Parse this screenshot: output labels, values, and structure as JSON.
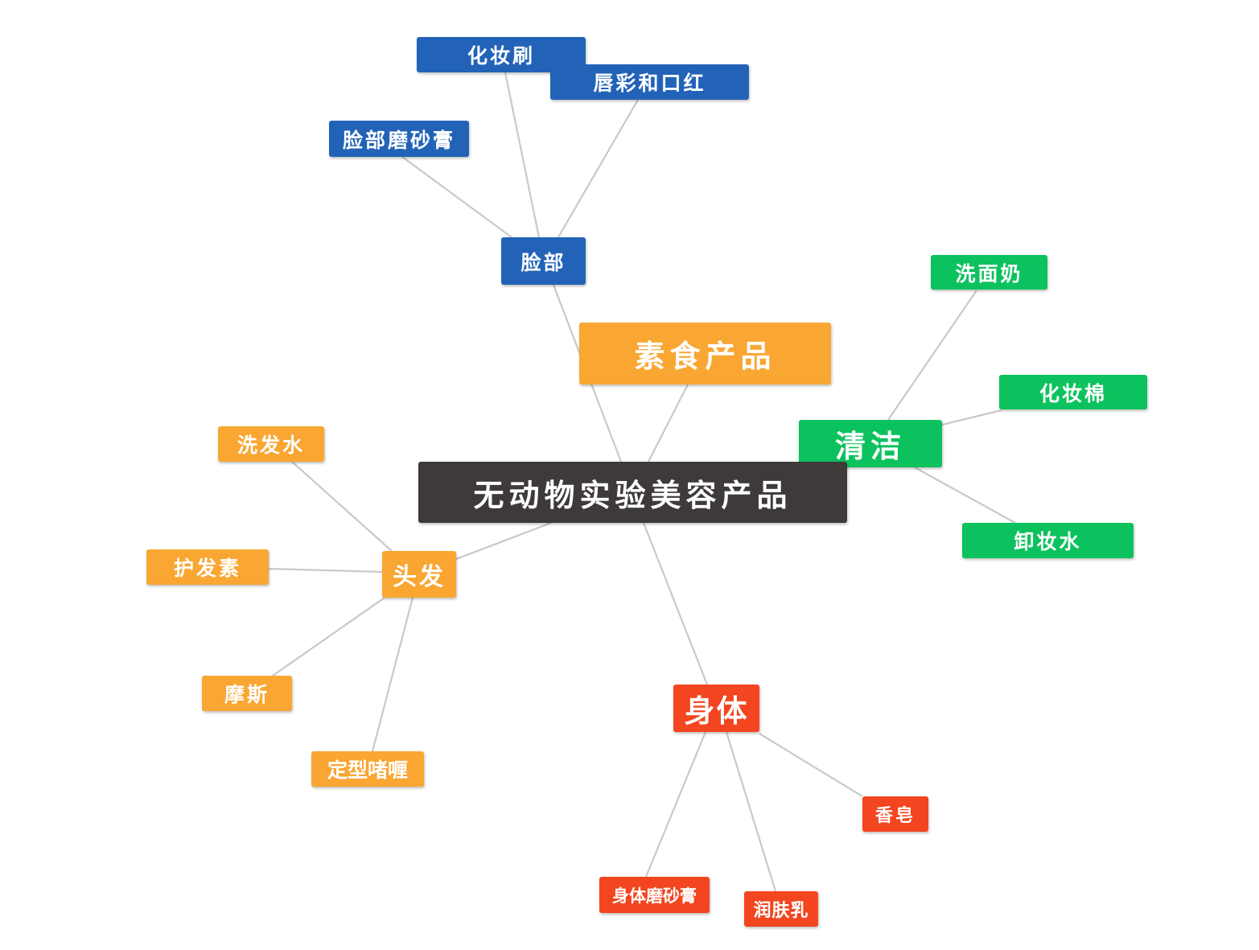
{
  "center": {
    "label": "无动物实验美容产品",
    "color": "#3d3a39"
  },
  "branches": {
    "vegan": {
      "label": "素食产品",
      "color": "#f9a632"
    },
    "face": {
      "label": "脸部",
      "color": "#2263b8",
      "children": [
        "化妆刷",
        "唇彩和口红",
        "脸部磨砂膏"
      ]
    },
    "clean": {
      "label": "清洁",
      "color": "#0cc25e",
      "children": [
        "洗面奶",
        "化妆棉",
        "卸妆水"
      ]
    },
    "hair": {
      "label": "头发",
      "color": "#f9a632",
      "children": [
        "洗发水",
        "护发素",
        "摩斯",
        "定型啫喱"
      ]
    },
    "body": {
      "label": "身体",
      "color": "#f3451f",
      "children": [
        "香皂",
        "身体磨砂膏",
        "润肤乳"
      ]
    }
  }
}
